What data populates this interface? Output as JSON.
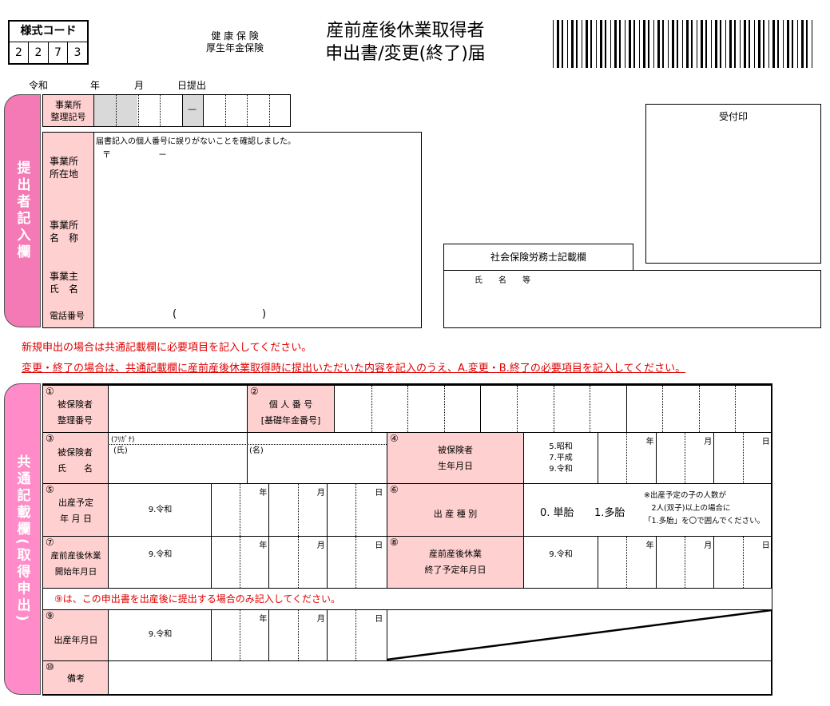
{
  "form_code": {
    "label": "様式コード",
    "digits": [
      "2",
      "2",
      "7",
      "3"
    ]
  },
  "insurance": {
    "line1": "健 康 保 険",
    "line2": "厚生年金保険"
  },
  "title": {
    "line1": "産前産後休業取得者",
    "line2": "申出書/変更(終了)届"
  },
  "date_line": {
    "era": "令和",
    "year": "年",
    "month": "月",
    "day": "日提出"
  },
  "submitter": {
    "tab": "提出者記入欄",
    "office_code_label": "事業所\n整理記号",
    "dash": "—",
    "confirm": "届書記入の個人番号に誤りがないことを確認しました。",
    "postal": "〒",
    "postal_dash": "－",
    "address_label": "事業所\n所在地",
    "name_label": "事業所\n名　称",
    "owner_label": "事業主\n氏　名",
    "phone_label": "電話番号",
    "phone_open": "(",
    "phone_close": ")"
  },
  "reception": {
    "label": "受付印"
  },
  "sharoshi": {
    "label": "社会保険労務士記載欄",
    "name_label": "氏　　名　　等"
  },
  "notes": {
    "new": "新規申出の場合は共通記載欄に必要項目を記入してください。",
    "change": "変更・終了の場合は、共通記載欄に産前産後休業取得時に提出いただいた内容を記入のうえ、A.変更・B.終了の必要項目を記入してください。"
  },
  "common": {
    "tab": "共通記載欄(取得申出)",
    "f1": {
      "num": "①",
      "label": "被保険者\n整理番号"
    },
    "f2": {
      "num": "②",
      "label": "個 人 番 号\n[基礎年金番号]"
    },
    "f3": {
      "num": "③",
      "label": "被保険者\n氏　　名",
      "furigana": "(ﾌﾘｶﾞﾅ)",
      "surname": "(氏)",
      "given": "(名)"
    },
    "f4": {
      "num": "④",
      "label": "被保険者\n生年月日",
      "eras": "5.昭和\n7.平成\n9.令和"
    },
    "f5": {
      "num": "⑤",
      "label": "出産予定\n年 月 日",
      "era": "9.令和"
    },
    "f6": {
      "num": "⑥",
      "label": "出 産 種 別",
      "opt0": "0.  単胎",
      "opt1": "1.多胎",
      "note": "※出産予定の子の人数が\n　2人(双子)以上の場合に\n「1.多胎」を〇で囲んでください。"
    },
    "f7": {
      "num": "⑦",
      "label": "産前産後休業\n開始年月日",
      "era": "9.令和"
    },
    "f8": {
      "num": "⑧",
      "label": "産前産後休業\n終了予定年月日",
      "era": "9.令和"
    },
    "f9_note": "⑨は、この申出書を出産後に提出する場合のみ記入してください。",
    "f9": {
      "num": "⑨",
      "label": "出産年月日",
      "era": "9.令和"
    },
    "f10": {
      "num": "⑩",
      "label": "備考"
    },
    "y": "年",
    "m": "月",
    "d": "日"
  },
  "colors": {
    "tab1": "#f47ab5",
    "tab2": "#ff8cc8",
    "label_bg": "#ffd0d0",
    "red": "#e00000"
  }
}
